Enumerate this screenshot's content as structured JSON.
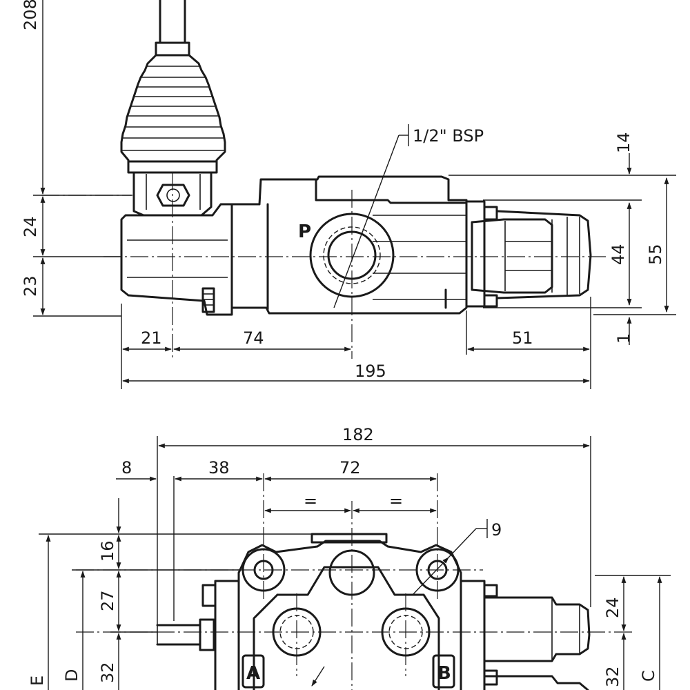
{
  "side_view": {
    "thread_label": "1/2\" BSP",
    "port_label": "P",
    "dims": {
      "height_208": "208",
      "left_24": "24",
      "left_23": "23",
      "top_14": "14",
      "right_44": "44",
      "right_55": "55",
      "bottom_1": "1",
      "len_21": "21",
      "len_74": "74",
      "len_51": "51",
      "len_195": "195"
    }
  },
  "plan_view": {
    "port_a_label": "A",
    "port_b_label": "B",
    "dims": {
      "width_182": "182",
      "offset_8": "8",
      "span_38": "38",
      "span_72": "72",
      "equal_left": "=",
      "equal_right": "=",
      "hole_9": "9",
      "v_16": "16",
      "v_27": "27",
      "v_32_left": "32",
      "v_24_right": "24",
      "v_32_right": "32",
      "letter_e": "E",
      "letter_d": "D",
      "letter_c": "C"
    }
  }
}
